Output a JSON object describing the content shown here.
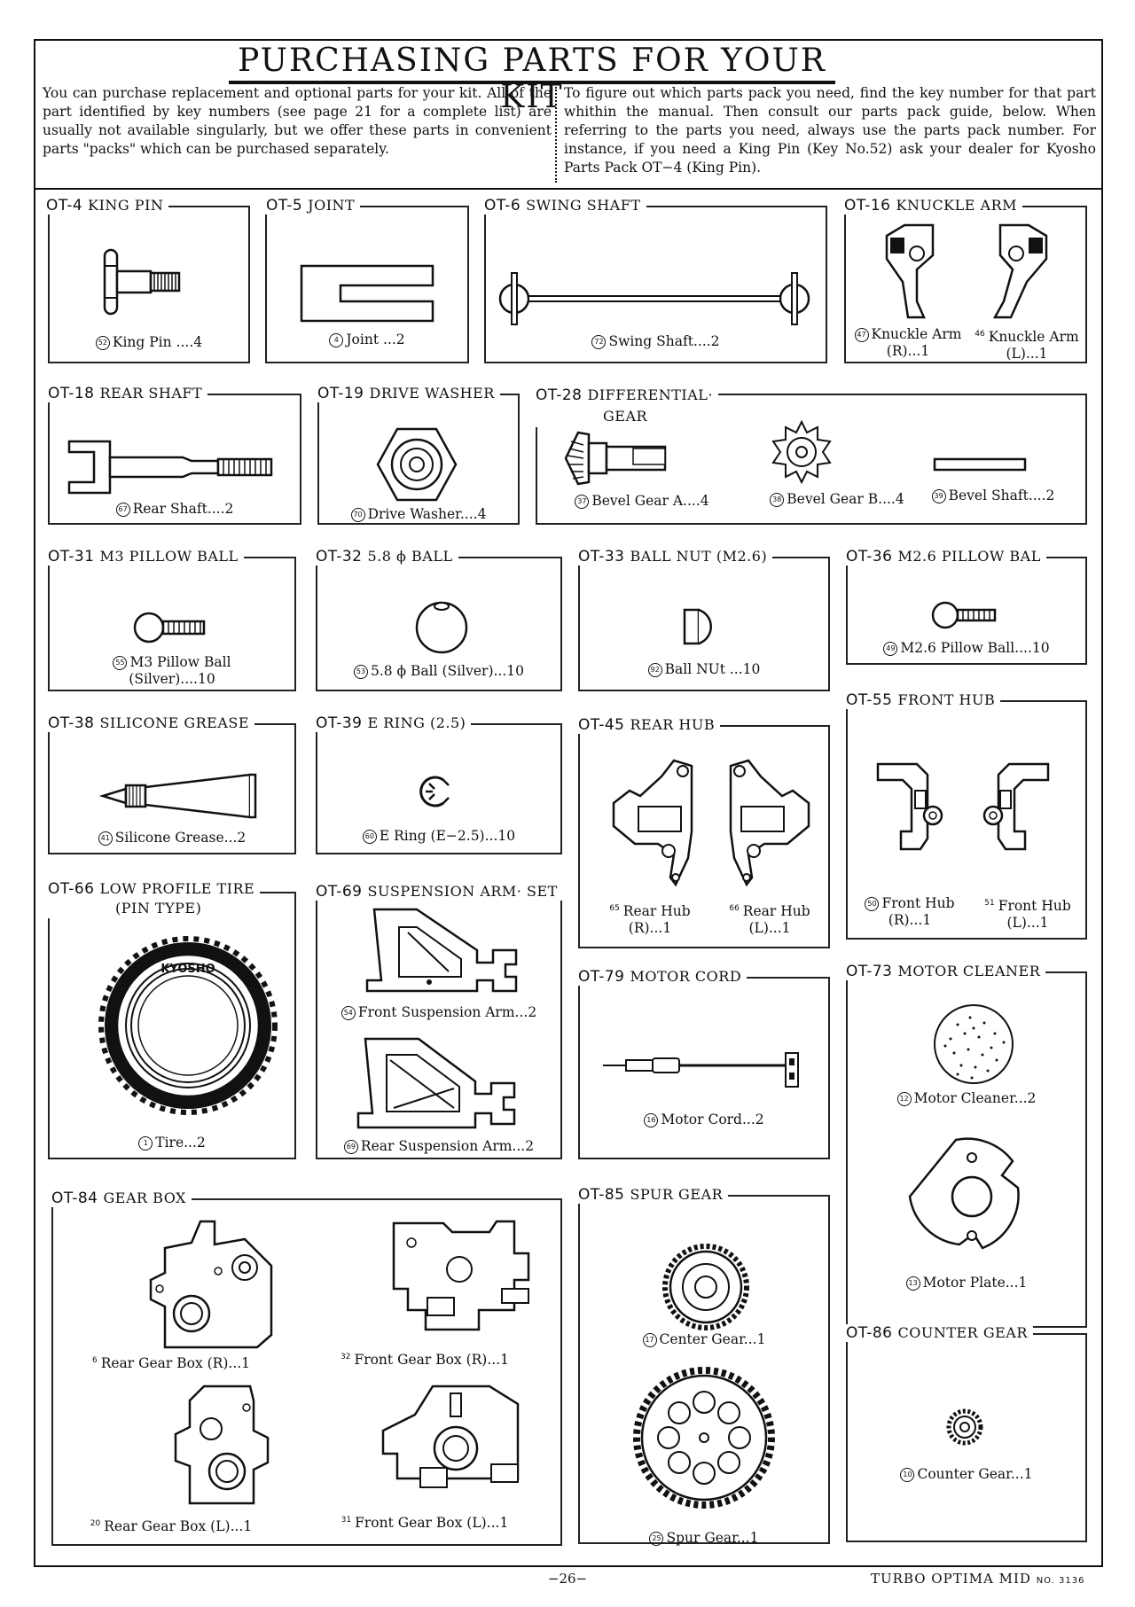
{
  "title": "PURCHASING PARTS FOR YOUR KIT",
  "intro_left": "You can purchase replacement and optional parts for your kit. All of the part identified by key numbers (see page 21 for a complete list) are usually not available singularly, but we offer these parts in convenient parts \"packs\" which can be purchased separately.",
  "intro_right": "To figure out which parts pack you need, find the key number for that part whithin the manual. Then consult our parts pack guide, below. When referring to the parts you need, always use the parts pack number. For instance, if you need a King Pin (Key No.52) ask your dealer for Kyosho Parts Pack OT−4 (King Pin).",
  "packs": {
    "ot4": {
      "code": "OT-4",
      "name": "KING PIN",
      "items": [
        {
          "num": "52",
          "label": "King Pin ....4"
        }
      ]
    },
    "ot5": {
      "code": "OT-5",
      "name": "JOINT",
      "items": [
        {
          "num": "4",
          "label": "Joint ...2"
        }
      ]
    },
    "ot6": {
      "code": "OT-6",
      "name": "SWING SHAFT",
      "items": [
        {
          "num": "72",
          "label": "Swing Shaft....2"
        }
      ]
    },
    "ot16": {
      "code": "OT-16",
      "name": "KNUCKLE ARM",
      "items": [
        {
          "num": "47",
          "label": "Knuckle Arm",
          "sub": "(R)...1"
        },
        {
          "num": "46",
          "label": "Knuckle Arm",
          "sub": "(L)...1"
        }
      ]
    },
    "ot18": {
      "code": "OT-18",
      "name": "REAR SHAFT",
      "items": [
        {
          "num": "67",
          "label": "Rear Shaft....2"
        }
      ]
    },
    "ot19": {
      "code": "OT-19",
      "name": "DRIVE WASHER",
      "items": [
        {
          "num": "70",
          "label": "Drive Washer....4"
        }
      ]
    },
    "ot28": {
      "code": "OT-28",
      "name": "DIFFERENTIAL·",
      "name2": "GEAR",
      "items": [
        {
          "num": "37",
          "label": "Bevel Gear A....4"
        },
        {
          "num": "38",
          "label": "Bevel Gear B....4"
        },
        {
          "num": "39",
          "label": "Bevel Shaft....2"
        }
      ]
    },
    "ot31": {
      "code": "OT-31",
      "name": "M3 PILLOW BALL",
      "items": [
        {
          "num": "55",
          "label": "M3 Pillow Ball",
          "sub": "(Silver)....10"
        }
      ]
    },
    "ot32": {
      "code": "OT-32",
      "name": "5.8 ϕ BALL",
      "items": [
        {
          "num": "53",
          "label": "5.8 ϕ Ball (Silver)...10"
        }
      ]
    },
    "ot33": {
      "code": "OT-33",
      "name": "BALL NUT (M2.6)",
      "items": [
        {
          "num": "92",
          "label": "Ball NUt ...10"
        }
      ]
    },
    "ot36": {
      "code": "OT-36",
      "name": "M2.6 PILLOW BAL",
      "items": [
        {
          "num": "49",
          "label": "M2.6 Pillow Ball....10"
        }
      ]
    },
    "ot38": {
      "code": "OT-38",
      "name": "SILICONE GREASE",
      "items": [
        {
          "num": "41",
          "label": "Silicone Grease...2"
        }
      ]
    },
    "ot39": {
      "code": "OT-39",
      "name": "E RING (2.5)",
      "items": [
        {
          "num": "60",
          "label": "E Ring (E−2.5)...10"
        }
      ]
    },
    "ot45": {
      "code": "OT-45",
      "name": "REAR HUB",
      "items": [
        {
          "num": "65",
          "label": "Rear Hub",
          "sub": "(R)...1"
        },
        {
          "num": "66",
          "label": "Rear Hub",
          "sub": "(L)...1"
        }
      ]
    },
    "ot55": {
      "code": "OT-55",
      "name": "FRONT HUB",
      "items": [
        {
          "num": "50",
          "label": "Front Hub",
          "sub": "(R)...1"
        },
        {
          "num": "51",
          "label": "Front Hub",
          "sub": "(L)...1"
        }
      ]
    },
    "ot66": {
      "code": "OT-66",
      "name": "LOW PROFILE TIRE",
      "name2": "(PIN TYPE)",
      "items": [
        {
          "num": "1",
          "label": "Tire...2"
        }
      ]
    },
    "ot69": {
      "code": "OT-69",
      "name": "SUSPENSION ARM· SET",
      "items": [
        {
          "num": "54",
          "label": "Front Suspension Arm...2"
        },
        {
          "num": "69",
          "label": "Rear Suspension Arm...2"
        }
      ]
    },
    "ot79": {
      "code": "OT-79",
      "name": "MOTOR CORD",
      "items": [
        {
          "num": "16",
          "label": "Motor Cord...2"
        }
      ]
    },
    "ot73": {
      "code": "OT-73",
      "name": "MOTOR CLEANER",
      "items": [
        {
          "num": "12",
          "label": "Motor Cleaner...2"
        },
        {
          "num": "13",
          "label": "Motor Plate...1"
        }
      ]
    },
    "ot84": {
      "code": "OT-84",
      "name": "GEAR BOX",
      "items": [
        {
          "num": "6",
          "label": "Rear Gear Box (R)...1"
        },
        {
          "num": "32",
          "label": "Front Gear Box (R)...1"
        },
        {
          "num": "20",
          "label": "Rear Gear Box (L)...1"
        },
        {
          "num": "31",
          "label": "Front Gear Box (L)...1"
        }
      ]
    },
    "ot85": {
      "code": "OT-85",
      "name": "SPUR GEAR",
      "items": [
        {
          "num": "17",
          "label": "Center Gear...1"
        },
        {
          "num": "25",
          "label": "Spur Gear...1"
        }
      ]
    },
    "ot86": {
      "code": "OT-86",
      "name": "COUNTER GEAR",
      "items": [
        {
          "num": "10",
          "label": "Counter Gear...1"
        }
      ]
    }
  },
  "tire_text": "KYOSHO",
  "footer": {
    "page": "−26−",
    "model": "TURBO OPTIMA MID",
    "model_no": "NO. 3136"
  }
}
